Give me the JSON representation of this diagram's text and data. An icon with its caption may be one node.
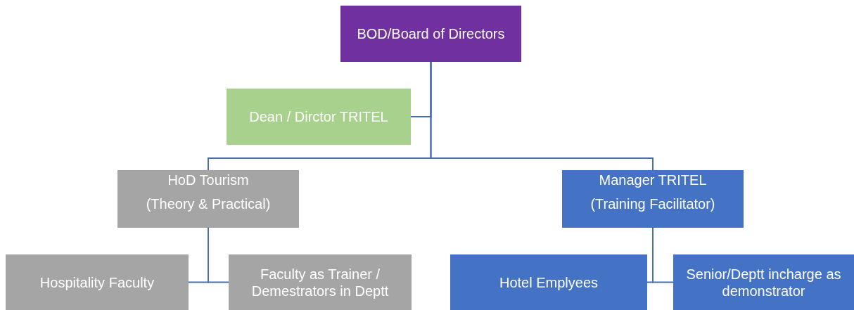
{
  "diagram": {
    "nodes": [
      {
        "text": [
          "BOD/Board of Directors"
        ]
      },
      {
        "text": [
          "Dean / Dirctor TRITEL"
        ]
      },
      {
        "text": [
          "HoD Tourism",
          "(Theory & Practical)"
        ]
      },
      {
        "text": [
          "Manager TRITEL",
          "(Training Facilitator)"
        ]
      },
      {
        "text": [
          "Hospitality Faculty"
        ]
      },
      {
        "text": [
          "Faculty as Trainer / Demestrators in Deptt"
        ]
      },
      {
        "text": [
          "Hotel Emplyees"
        ]
      },
      {
        "text": [
          "Senior/Deptt incharge as demonstrator"
        ]
      }
    ],
    "edges": [
      {
        "from": 0,
        "to": 1,
        "arrow": "none"
      },
      {
        "from": 0,
        "to": 2,
        "arrow": "none"
      },
      {
        "from": 0,
        "to": 3,
        "arrow": "none"
      },
      {
        "from": 2,
        "to": 4,
        "arrow": "none"
      },
      {
        "from": 2,
        "to": 5,
        "arrow": "none"
      },
      {
        "from": 3,
        "to": 6,
        "arrow": "none"
      },
      {
        "from": 3,
        "to": 7,
        "arrow": "none"
      }
    ]
  }
}
